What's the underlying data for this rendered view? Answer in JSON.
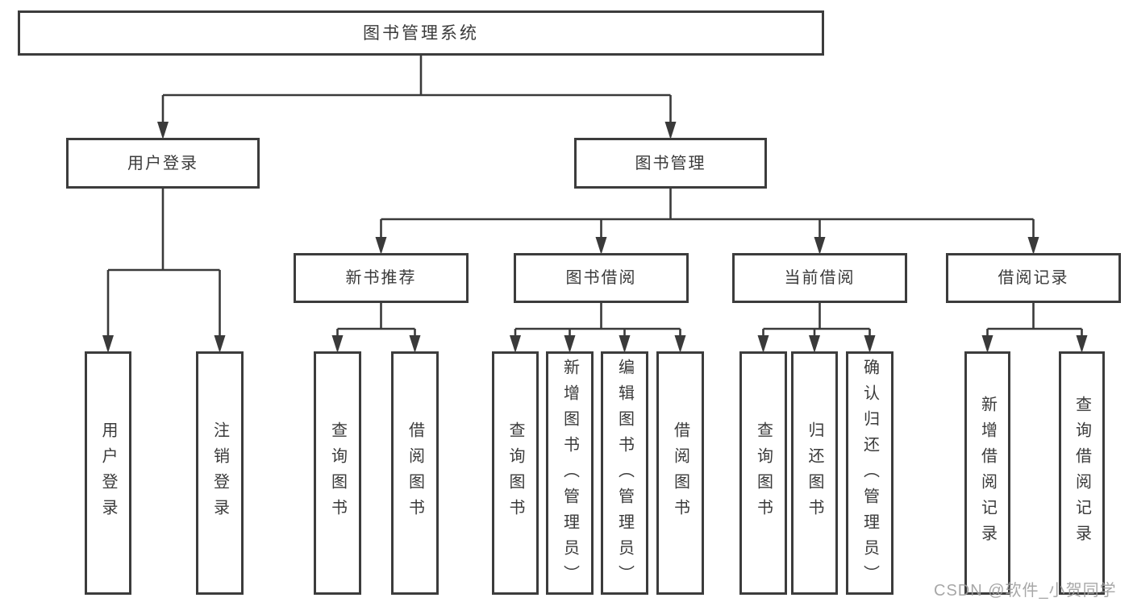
{
  "diagram": {
    "root_label": "图书管理系统",
    "user_login": {
      "label": "用户登录",
      "children": [
        "用户登录",
        "注销登录"
      ]
    },
    "book_management": {
      "label": "图书管理",
      "new_book_recommend": {
        "label": "新书推荐",
        "children": [
          "查询图书",
          "借阅图书"
        ]
      },
      "book_borrowing": {
        "label": "图书借阅",
        "children": [
          "查询图书",
          "新增图书（管理员）",
          "编辑图书（管理员）",
          "借阅图书"
        ]
      },
      "current_borrowing": {
        "label": "当前借阅",
        "children": [
          "查询图书",
          "归还图书",
          "确认归还（管理员）"
        ]
      },
      "borrowing_records": {
        "label": "借阅记录",
        "children": [
          "新增借阅记录",
          "查询借阅记录"
        ]
      }
    }
  },
  "watermark": {
    "text": "CSDN @软件_小贺同学"
  },
  "colors": {
    "background": "#ffffff",
    "line": "#3a3a3a",
    "box_border": "#3c3c3c",
    "text": "#3a3a3a",
    "watermark": "#9e9e9e"
  }
}
